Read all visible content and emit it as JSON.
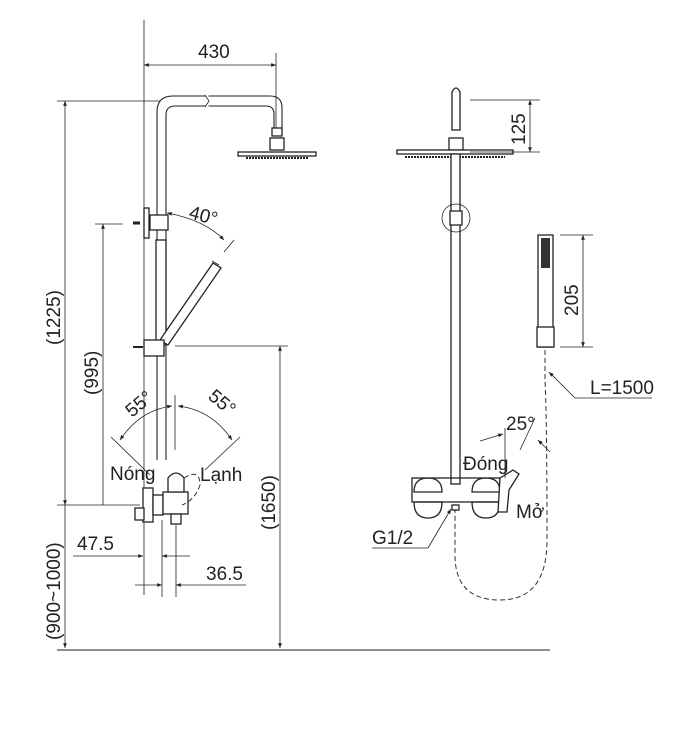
{
  "dimensions": {
    "arm_reach": "430",
    "total_height": "(1225)",
    "hand_bracket_height": "(995)",
    "top_to_floor": "(1650)",
    "mixer_height": "(900~1000)",
    "wall_offset": "47.5",
    "pipe_offset": "36.5",
    "head_height": "125",
    "hand_shower_length": "205",
    "hose_length": "L=1500",
    "inlet": "G1/2"
  },
  "angles": {
    "hand_shower": "40°",
    "hot_rotation": "55°",
    "cold_rotation": "55°",
    "diverter": "25°"
  },
  "labels": {
    "hot": "Nóng",
    "cold": "Lạnh",
    "closed": "Đóng",
    "open": "Mở"
  }
}
